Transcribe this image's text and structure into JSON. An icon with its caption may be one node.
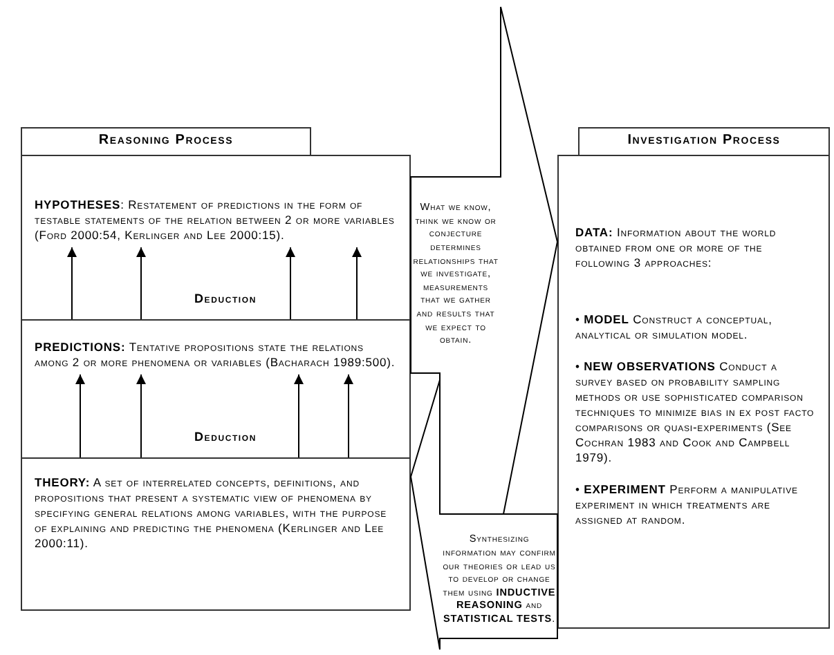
{
  "diagram": {
    "nodes": [
      {
        "text": [
          "Reasoning Process"
        ]
      },
      {
        "text": [
          "**HYPOTHESES**: Restatement of predictions in the form of testable statements of the relation between 2 or more variables (Ford 2000:54, Kerlinger and Lee 2000:15)."
        ],
        "in": 0
      },
      {
        "text": [
          "**PREDICTIONS:** Tentative propositions state the relations among 2 or more phenomena or variables (Bacharach 1989:500)."
        ],
        "in": 0
      },
      {
        "text": [
          "**THEORY:** A set of interrelated concepts, definitions, and propositions that present a systematic view of phenomena by specifying general relations among variables, with the purpose of explaining and predicting the phenomena (Kerlinger and Lee 2000:11)."
        ],
        "in": 0
      },
      {
        "text": [
          "Investigation Process",
          "**DATA:** Information about the world obtained from one or more of the following 3 approaches:",
          "• **MODEL** Construct a conceptual, analytical or simulation model.",
          "• **NEW OBSERVATIONS** Conduct a survey based on probability sampling methods or use sophisticated comparison techniques to minimize bias in ex post facto comparisons or quasi-experiments (See Cochran 1983 and Cook and Campbell 1979).",
          "• **EXPERIMENT** Perform a manipulative experiment in which treatments are assigned at random."
        ]
      }
    ],
    "edges": [
      {
        "from": 2,
        "to": 1,
        "arrow": "to"
      },
      {
        "from": 2,
        "to": 1,
        "arrow": "to"
      },
      {
        "from": 2,
        "to": 1,
        "arrow": "to"
      },
      {
        "from": 2,
        "to": 1,
        "arrow": "to"
      },
      {
        "from": 3,
        "to": 2,
        "arrow": "to"
      },
      {
        "from": 3,
        "to": 2,
        "arrow": "to"
      },
      {
        "from": 3,
        "to": 2,
        "arrow": "to"
      },
      {
        "from": 3,
        "to": 2,
        "arrow": "to"
      },
      {
        "from": 0,
        "to": 4,
        "arrow": "to",
        "label": "What we know, think we know or conjecture determines relationships that we investigate, measurements that we gather and results that we expect to obtain."
      },
      {
        "from": 4,
        "to": 0,
        "arrow": "to",
        "label": "Synthesizing information may confirm our theories or lead us to develop or change them using **INDUCTIVE REASONING** and **STATISTICAL TESTS**."
      }
    ],
    "labels": [
      "Deduction",
      "Deduction"
    ]
  }
}
